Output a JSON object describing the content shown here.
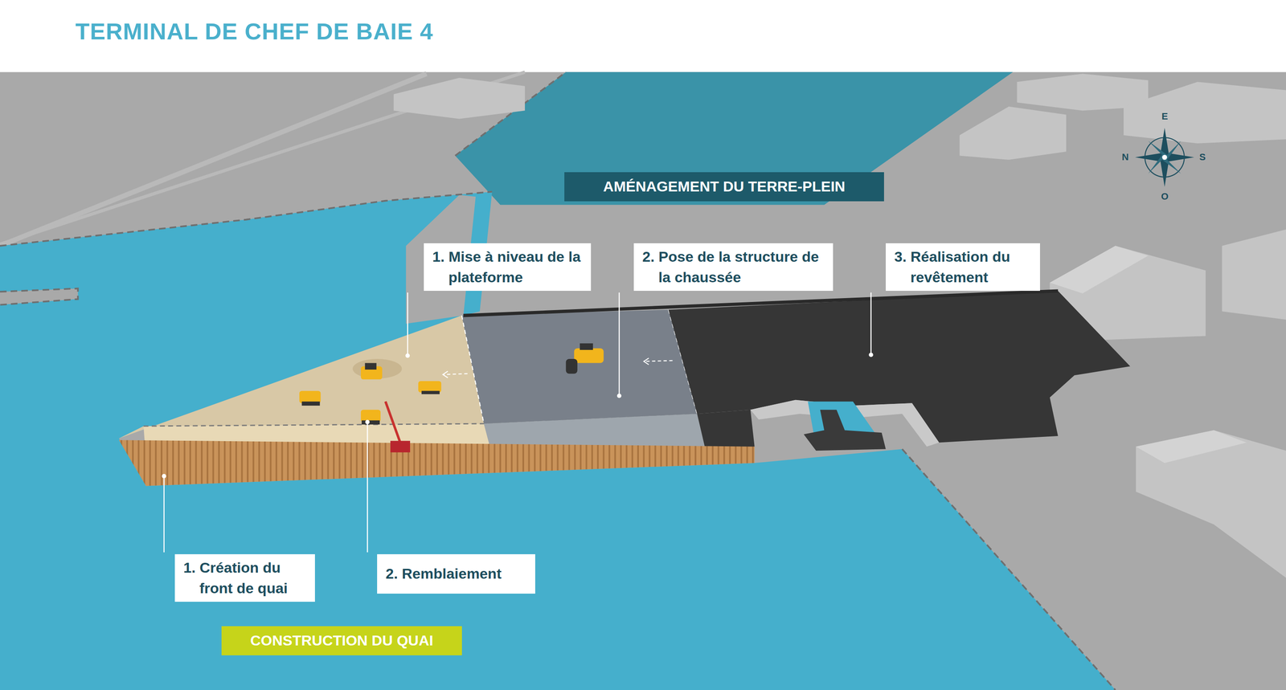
{
  "diagram": {
    "title": "TERMINAL DE CHEF DE BAIE 4",
    "nodes": [
      {
        "text": [
          "AMÉNAGEMENT DU TERRE-PLEIN"
        ]
      },
      {
        "text": [
          "1. Mise à niveau de la plateforme"
        ]
      },
      {
        "text": [
          "2. Pose de la structure de la chaussée"
        ]
      },
      {
        "text": [
          "3. Réalisation du revêtement"
        ]
      },
      {
        "text": [
          "1. Création du front de quai"
        ]
      },
      {
        "text": [
          "2. Remblaiement"
        ]
      },
      {
        "text": [
          "CONSTRUCTION DU QUAI"
        ]
      }
    ],
    "labels": [
      "E",
      "N",
      "S",
      "O"
    ]
  }
}
